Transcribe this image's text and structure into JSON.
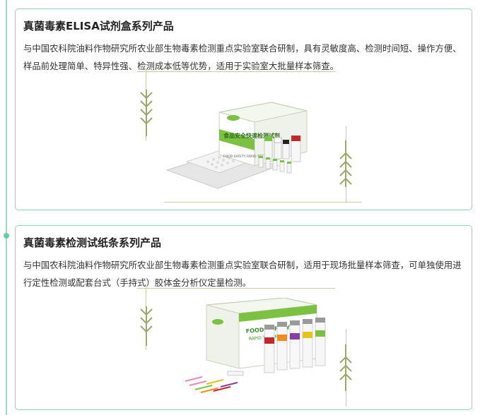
{
  "cards": [
    {
      "title": "真菌毒素ELISA试剂盒系列产品",
      "description": "与中国农科院油料作物研究所农业部生物毒素检测重点实验室联合研制，具有灵敏度高、检测时间短、操作方便、样品前处理简单、特异性强、检测成本低等优势，适用于实验室大批量样本筛查。",
      "box_text": "食品安全快速检测试剂",
      "box_subtext": "FOOD SAFETY RAPID TEST KIT"
    },
    {
      "title": "真菌毒素检测试纸条系列产品",
      "description": "与中国农科院油料作物研究所农业部生物毒素检测重点实验室联合研制，适用于现场批量样本筛查，可单独使用进行定性检测或配套台式（手持式）胶体金分析仪定量检测。",
      "box_text": "FOOD SAFETY",
      "box_subtext": "RAPID TEST KIT"
    }
  ],
  "colors": {
    "accent": "#6ccaa7",
    "card_border": "#8fd4bb",
    "frame_line": "#c8cca8",
    "sprig": "#9aa86a",
    "kit_green": "#7cc242"
  }
}
